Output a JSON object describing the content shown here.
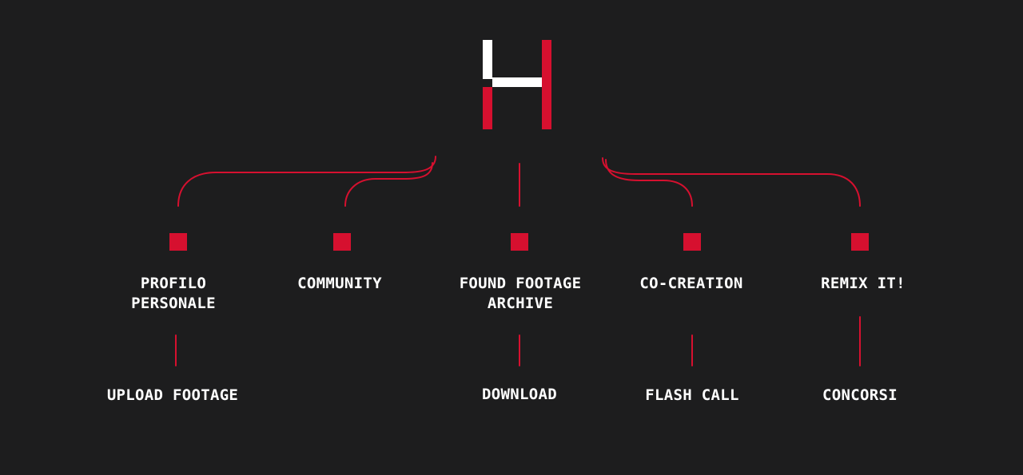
{
  "colors": {
    "background": "#1d1d1e",
    "accent": "#d6102f",
    "text": "#ffffff"
  },
  "logo": {
    "icon": "h-logo-icon"
  },
  "branches": [
    {
      "id": "profilo",
      "label_lines": [
        "PROFILO",
        "PERSONALE"
      ],
      "child": "UPLOAD FOOTAGE"
    },
    {
      "id": "community",
      "label_lines": [
        "COMMUNITY"
      ],
      "child": ""
    },
    {
      "id": "archive",
      "label_lines": [
        "FOUND FOOTAGE",
        "ARCHIVE"
      ],
      "child": "DOWNLOAD"
    },
    {
      "id": "cocreation",
      "label_lines": [
        "CO-CREATION"
      ],
      "child": "FLASH CALL"
    },
    {
      "id": "remix",
      "label_lines": [
        "REMIX IT!"
      ],
      "child": "CONCORSI"
    }
  ]
}
